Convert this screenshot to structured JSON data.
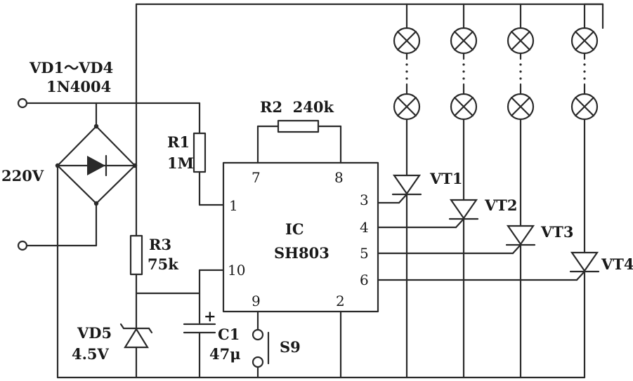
{
  "diagram": {
    "labels": {
      "bridge_name": "VD1～VD4",
      "bridge_part": "1N4004",
      "supply": "220V",
      "r1_name": "R1",
      "r1_value": "1M",
      "r2_label": "R2  240k",
      "r3_name": "R3",
      "r3_value": "75k",
      "ic_name": "IC",
      "ic_part": "SH803",
      "vd5_name": "VD5",
      "vd5_value": "4.5V",
      "c1_plus": "+",
      "c1_name": "C1",
      "c1_value": "47μ",
      "switch_name": "S9",
      "vt1": "VT1",
      "vt2": "VT2",
      "vt3": "VT3",
      "vt4": "VT4"
    },
    "ic_pins": {
      "p1": "1",
      "p2": "2",
      "p3": "3",
      "p4": "4",
      "p5": "5",
      "p6": "6",
      "p7": "7",
      "p8": "8",
      "p9": "9",
      "p10": "10"
    }
  }
}
